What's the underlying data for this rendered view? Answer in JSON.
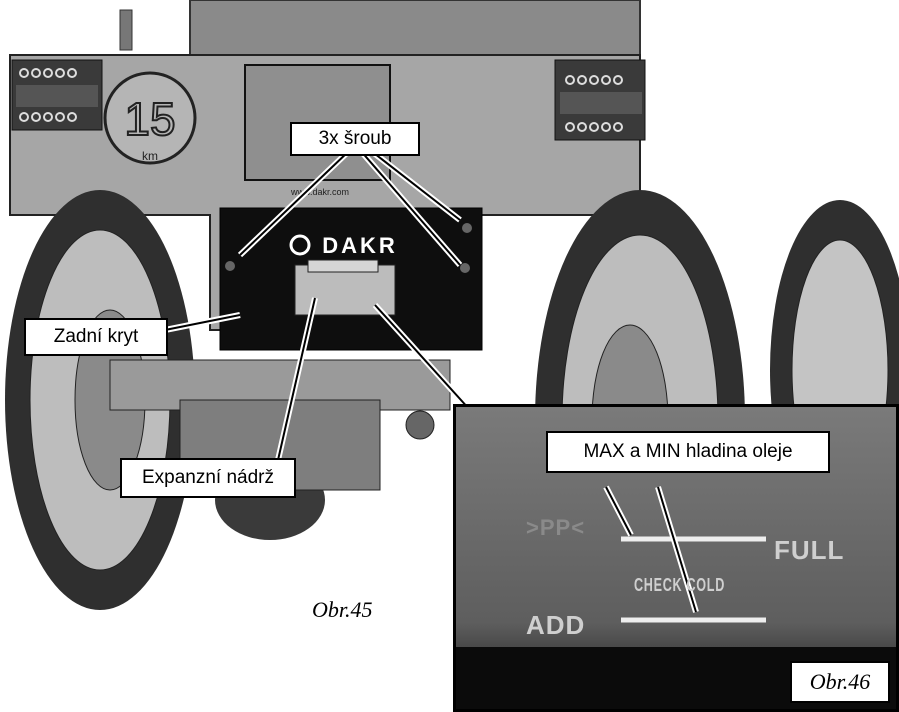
{
  "callouts": {
    "screws": "3x šroub",
    "rear_cover": "Zadní kryt",
    "expansion_tank": "Expanzní nádrž",
    "oil_level": "MAX a MIN hladina oleje"
  },
  "figure_captions": {
    "main": "Obr.45",
    "inset": "Obr.46"
  },
  "tractor": {
    "speed_badge_number": "15",
    "speed_badge_unit": "km",
    "cover_logo": "DAKR",
    "website": "www.dakr.com"
  },
  "tank_markings": {
    "max_label": "FULL",
    "min_label": "ADD",
    "check_text": "CHECK COLD",
    "material_code": ">PP<"
  }
}
